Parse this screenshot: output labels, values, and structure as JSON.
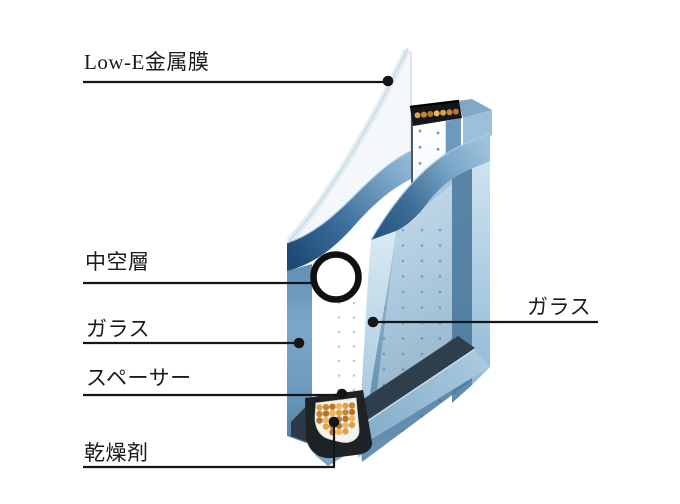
{
  "diagram": {
    "type": "low-e-insulated-glazing-cross-section",
    "labels": {
      "low_e_film": "Low-E金属膜",
      "hollow_layer": "中空層",
      "glass_left": "ガラス",
      "spacer": "スペーサー",
      "desiccant": "乾燥剤",
      "glass_right": "ガラス"
    }
  },
  "colors": {
    "line": "#161616",
    "glass_mid": "#6f9cc0",
    "glass_dark": "#2a5a88",
    "glass_light": "#aecbdf",
    "glass_pale": "#f4f8fb",
    "frame_navy": "#2f3e4b",
    "spacer_black": "#1d2226",
    "spacer_white": "#f4f3ee",
    "desiccant_orange": "#d28a2f",
    "background": "#ffffff"
  }
}
